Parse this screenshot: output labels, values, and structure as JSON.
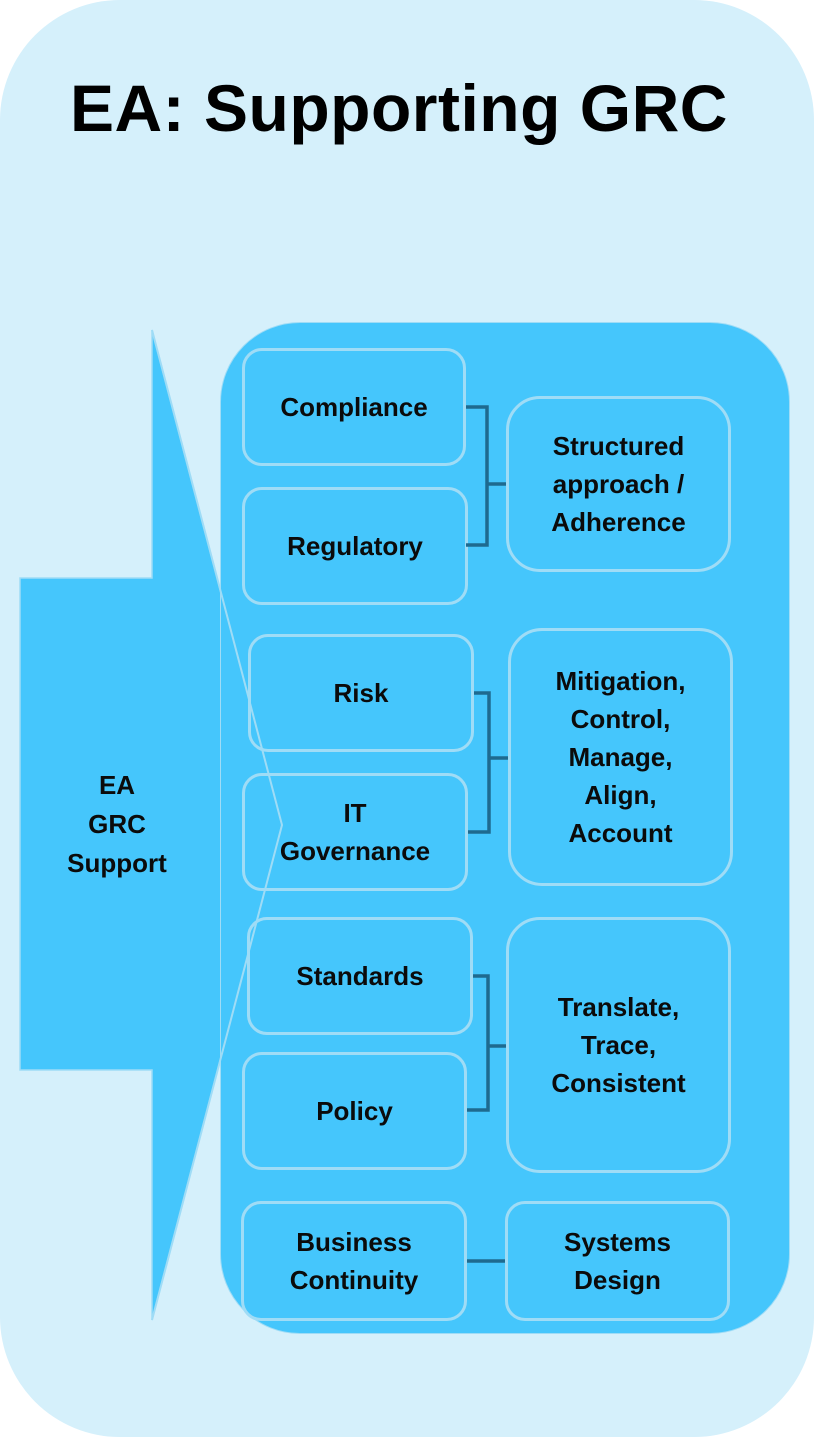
{
  "title": "EA: Supporting GRC",
  "arrow_label_lines": [
    "EA",
    "GRC",
    "Support"
  ],
  "groups": [
    {
      "left": [
        "Compliance",
        "Regulatory"
      ],
      "right": [
        "Structured",
        "approach /",
        "Adherence"
      ]
    },
    {
      "left": [
        "Risk",
        "IT Governance"
      ],
      "right": [
        "Mitigation,",
        "Control,",
        "Manage,",
        "Align,",
        "Account"
      ]
    },
    {
      "left": [
        "Standards",
        "Policy"
      ],
      "right": [
        "Translate,",
        "Trace,",
        "Consistent"
      ]
    },
    {
      "left": [
        "Business Continuity"
      ],
      "right": [
        "Systems",
        "Design"
      ]
    }
  ],
  "colors": {
    "background": "#d5f0fb",
    "fill": "#45c6fc",
    "box_border": "#9fdcf6",
    "connector": "#1e6a8f"
  }
}
